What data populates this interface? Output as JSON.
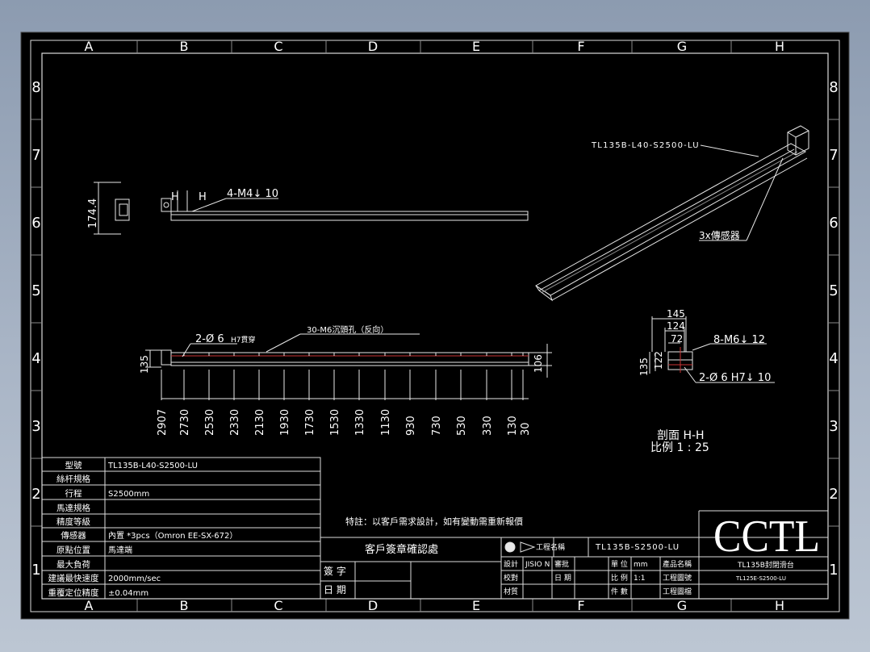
{
  "grid": {
    "columns": [
      "A",
      "B",
      "C",
      "D",
      "E",
      "F",
      "G",
      "H"
    ],
    "rows": [
      "8",
      "7",
      "6",
      "5",
      "4",
      "3",
      "2",
      "1"
    ]
  },
  "views": {
    "side": {
      "height_dim": "174.4",
      "section_mark_a": "H",
      "section_mark_b": "H",
      "callout": "4-M4↓ 10"
    },
    "iso": {
      "model_label": "TL135B-L40-S2500-LU",
      "sensor_label": "3x傳感器"
    },
    "front": {
      "hole_note_a": "2-Ø 6",
      "hole_note_a_suffix": "H7貫穿",
      "hole_note_b": "30-M6沉頭孔（反向）",
      "left_height": "135",
      "right_height": "106",
      "bottom_dims": [
        "2907",
        "2730",
        "2530",
        "2330",
        "2130",
        "1930",
        "1730",
        "1530",
        "1330",
        "1130",
        "930",
        "730",
        "530",
        "330",
        "130",
        "30"
      ]
    },
    "section": {
      "w1": "145",
      "w2": "124",
      "w3": "72",
      "h1": "135",
      "h2": "122",
      "callout_a": "8-M6↓ 12",
      "callout_b": "2-Ø 6  H7↓ 10",
      "title": "剖面 H-H",
      "scale": "比例 1 : 25"
    }
  },
  "specs": {
    "rows": [
      {
        "label": "型號",
        "value": "TL135B-L40-S2500-LU"
      },
      {
        "label": "絲杆規格",
        "value": ""
      },
      {
        "label": "行程",
        "value": "S2500mm"
      },
      {
        "label": "馬達規格",
        "value": ""
      },
      {
        "label": "精度等級",
        "value": ""
      },
      {
        "label": "傳感器",
        "value": "內置 *3pcs（Omron EE-SX-672）"
      },
      {
        "label": "原點位置",
        "value": "馬達端"
      },
      {
        "label": "最大負荷",
        "value": ""
      },
      {
        "label": "建議最快速度",
        "value": "2000mm/sec"
      },
      {
        "label": "重覆定位精度",
        "value": "±0.04mm"
      }
    ]
  },
  "note": "特註：以客戶需求設計，如有變動需重新報價",
  "approval": {
    "title": "客戶簽章確認處",
    "sign_label": "簽 字",
    "date_label": "日 期"
  },
  "titleblock": {
    "projection_label": "工程名稱",
    "project_name": "TL135B-S2500-LU",
    "row1": [
      "設計",
      "JISIO N",
      "審批",
      "",
      "單 位",
      "mm",
      "產品名稱"
    ],
    "row2": [
      "校對",
      "",
      "日 期",
      "",
      "比 例",
      "1:1",
      "工程圖號"
    ],
    "row3": [
      "材質",
      "",
      "",
      "",
      "件 數",
      "",
      "工程圖檔"
    ],
    "logo": "CCTL",
    "product_name": "TL135B封閉滑台",
    "drawing_no": "TL125E-S2500-LU"
  }
}
